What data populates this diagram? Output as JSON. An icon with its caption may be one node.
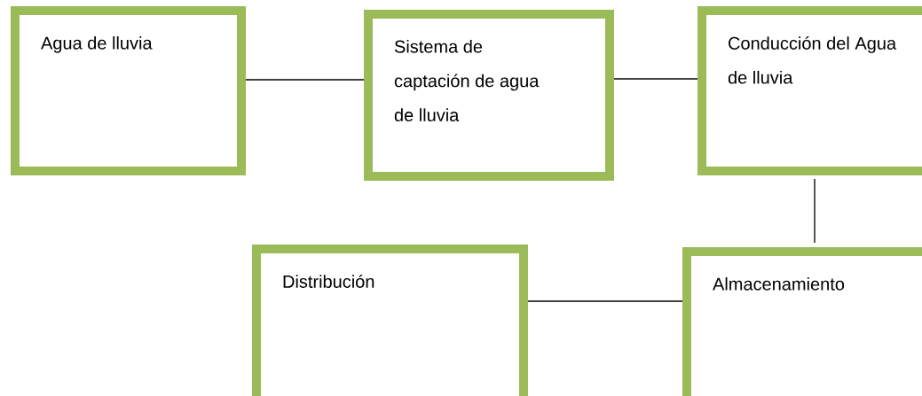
{
  "diagram": {
    "nodes": [
      {
        "text": [
          "Agua de lluvia"
        ]
      },
      {
        "text": [
          "Sistema de captación de agua de lluvia"
        ]
      },
      {
        "text": [
          "Conducción del Agua de lluvia"
        ]
      },
      {
        "text": [
          "Distribución"
        ]
      },
      {
        "text": [
          "Almacenamiento"
        ]
      }
    ],
    "edges": [
      {
        "from": 0,
        "to": 1,
        "arrow": "none"
      },
      {
        "from": 1,
        "to": 2,
        "arrow": "none"
      },
      {
        "from": 2,
        "to": 4,
        "arrow": "none"
      },
      {
        "from": 3,
        "to": 4,
        "arrow": "none"
      }
    ]
  }
}
